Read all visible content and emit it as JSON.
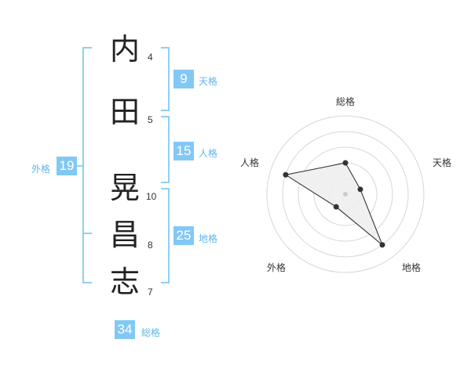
{
  "name": {
    "chars": [
      {
        "char": "内",
        "strokes": "4"
      },
      {
        "char": "田",
        "strokes": "5"
      },
      {
        "char": "晃",
        "strokes": "10"
      },
      {
        "char": "昌",
        "strokes": "8"
      },
      {
        "char": "志",
        "strokes": "7"
      }
    ]
  },
  "kaku": {
    "tenkaku": {
      "label": "天格",
      "value": "9"
    },
    "jinkaku": {
      "label": "人格",
      "value": "15"
    },
    "chikaku": {
      "label": "地格",
      "value": "25"
    },
    "gaikaku": {
      "label": "外格",
      "value": "19"
    },
    "soukaku": {
      "label": "総格",
      "value": "34"
    }
  },
  "radar": {
    "axes": [
      "総格",
      "天格",
      "地格",
      "外格",
      "人格"
    ],
    "values": [
      2,
      1,
      4,
      1,
      4
    ],
    "max": 5
  }
}
